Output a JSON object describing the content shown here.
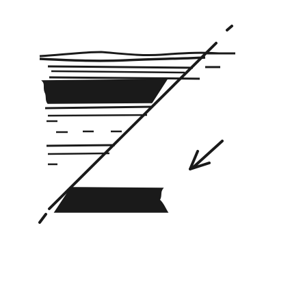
{
  "figure": {
    "background_color": "#ffffff",
    "ink_color": "#1a1a1a",
    "elements": [
      "ground-surface-line",
      "rock-strata-layers",
      "thick-dark-bed-upper",
      "thick-dark-bed-lower",
      "fault-plane-line",
      "movement-arrow-icon"
    ]
  }
}
